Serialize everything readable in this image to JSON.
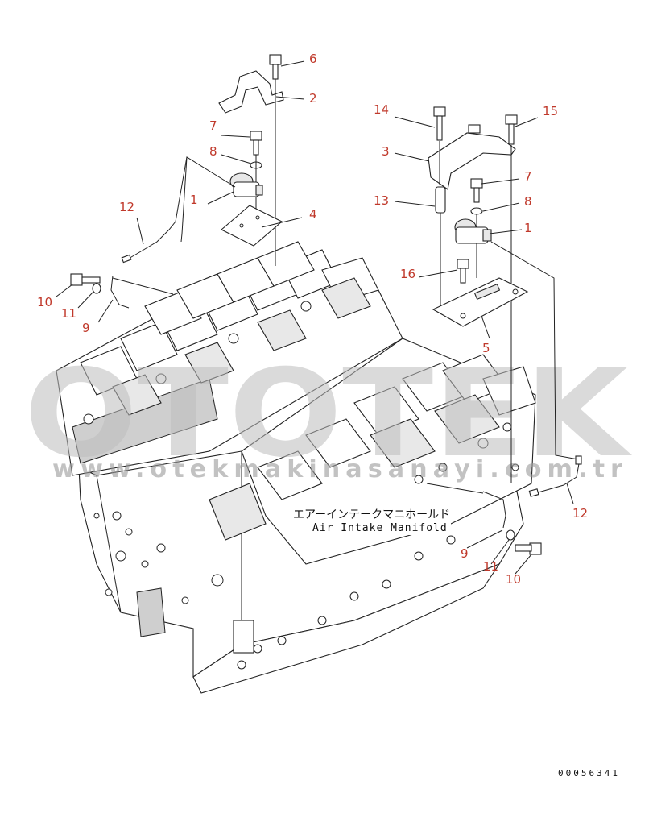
{
  "watermark": {
    "brand": "OTOTEK",
    "url": "www.otekmakinasanayi.com.tr"
  },
  "callouts": {
    "c1a": "1",
    "c2": "2",
    "c4": "4",
    "c6": "6",
    "c7a": "7",
    "c8a": "8",
    "c10a": "10",
    "c11a": "11",
    "c9a": "9",
    "c12a": "12",
    "c14": "14",
    "c15": "15",
    "c3": "3",
    "c13": "13",
    "c7b": "7",
    "c8b": "8",
    "c1b": "1",
    "c16": "16",
    "c5": "5",
    "c12b": "12",
    "c9b": "9",
    "c11b": "11",
    "c10b": "10"
  },
  "annotation": {
    "japanese": "エアーインテークマニホールド",
    "english": "Air Intake Manifold"
  },
  "document_id": "00056341"
}
